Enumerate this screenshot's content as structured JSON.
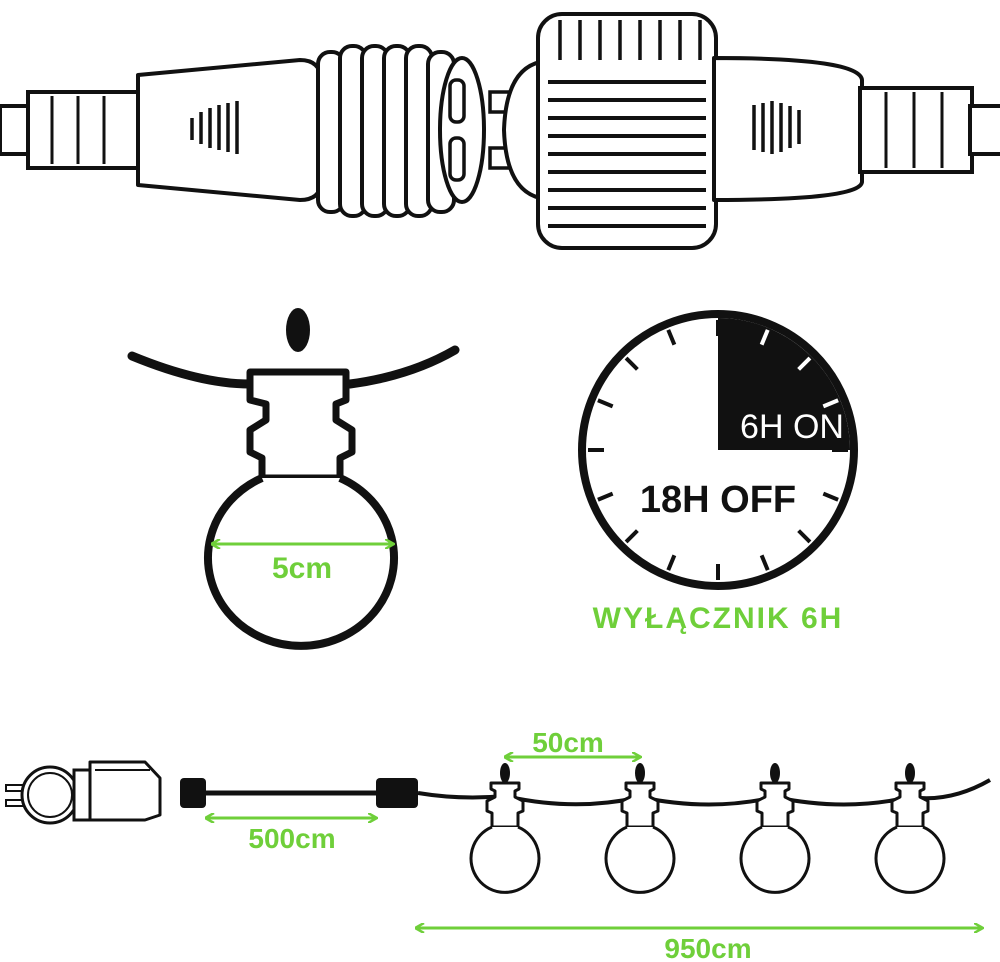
{
  "colors": {
    "line": "#111111",
    "accent": "#6fcf3a",
    "background": "#ffffff"
  },
  "bulb": {
    "diameter_label": "5cm"
  },
  "timer": {
    "on_label": "6H ON",
    "off_label": "18H OFF",
    "caption": "WYŁĄCZNIK 6H",
    "on_hours": 6,
    "off_hours": 18
  },
  "string": {
    "lead_cable_label": "500cm",
    "bulb_spacing_label": "50cm",
    "total_length_label": "950cm"
  },
  "icons": [
    "connector-male-icon",
    "connector-female-icon",
    "bulb-icon",
    "timer-dial-icon",
    "plug-icon",
    "transformer-icon"
  ]
}
